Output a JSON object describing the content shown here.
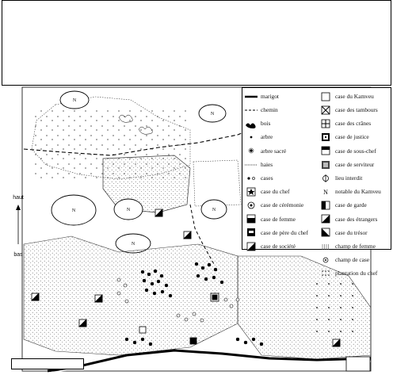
{
  "colors": {
    "ink": "#111111",
    "paper": "#ffffff",
    "dots": "#555555"
  },
  "compass": {
    "top_label": "haut",
    "bottom_label": "bas"
  },
  "legend": {
    "left": [
      {
        "label": "marigot",
        "symbol": "marigot"
      },
      {
        "label": "chemin",
        "symbol": "chemin"
      },
      {
        "label": "bois",
        "symbol": "bois"
      },
      {
        "label": "arbre",
        "symbol": "arbre"
      },
      {
        "label": "arbre sacré",
        "symbol": "arbre-sacre"
      },
      {
        "label": "haies",
        "symbol": "haies"
      },
      {
        "label": "cases",
        "symbol": "cases"
      },
      {
        "label": "case du chef",
        "symbol": "case-chef"
      },
      {
        "label": "case de cérémonie",
        "symbol": "case-ceremonie"
      },
      {
        "label": "case de femme",
        "symbol": "case-femme"
      },
      {
        "label": "case de père du chef",
        "symbol": "case-pere"
      },
      {
        "label": "case de société",
        "symbol": "case-societe"
      }
    ],
    "right": [
      {
        "label": "case du Kamveu",
        "symbol": "kamveu"
      },
      {
        "label": "case des tambours",
        "symbol": "tambours"
      },
      {
        "label": "case des crânes",
        "symbol": "cranes"
      },
      {
        "label": "case de justice",
        "symbol": "justice"
      },
      {
        "label": "case de sous-chef",
        "symbol": "sous-chef"
      },
      {
        "label": "case de serviteur",
        "symbol": "serviteur"
      },
      {
        "label": "lieu interdit",
        "symbol": "interdit"
      },
      {
        "label": "notable du Kamveu",
        "symbol": "notable"
      },
      {
        "label": "case de garde",
        "symbol": "garde"
      },
      {
        "label": "case des étrangers",
        "symbol": "etrangers"
      },
      {
        "label": "case du trésor",
        "symbol": "tresor"
      },
      {
        "label": "champ de femme",
        "symbol": "champ-femme"
      },
      {
        "label": "champ de case",
        "symbol": "champ-case"
      },
      {
        "label": "plantation du chef",
        "symbol": "plantation"
      }
    ]
  },
  "map": {
    "zone_label": "N"
  }
}
